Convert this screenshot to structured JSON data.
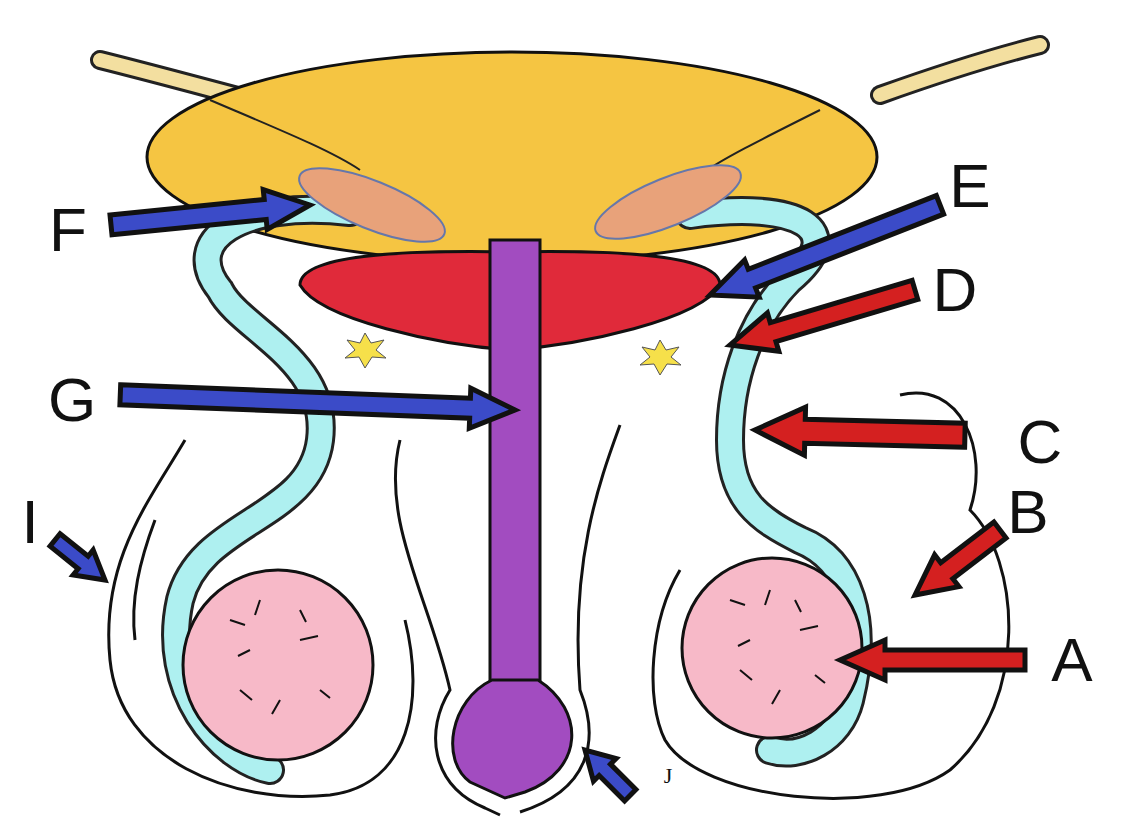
{
  "diagram": {
    "labels": [
      "E",
      "F",
      "D",
      "G",
      "C",
      "B",
      "I",
      "A",
      "J"
    ]
  }
}
